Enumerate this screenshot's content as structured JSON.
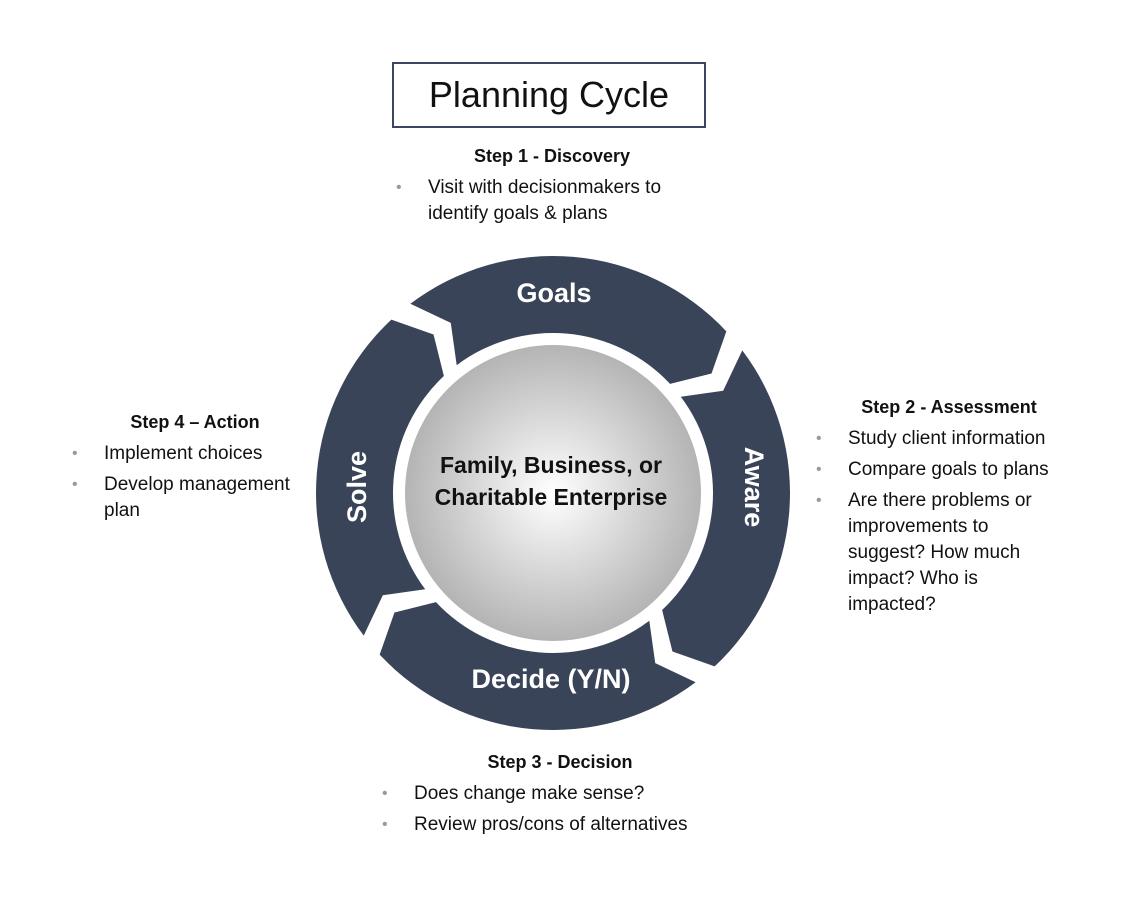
{
  "title": "Planning Cycle",
  "colors": {
    "segment": "#3a4459",
    "segment_text": "#ffffff",
    "title_border": "#3b4660",
    "center_light": "#ffffff",
    "center_dark": "#b4b4b4"
  },
  "cycle": {
    "segments": [
      {
        "label": "Goals"
      },
      {
        "label": "Aware"
      },
      {
        "label": "Decide (Y/N)"
      },
      {
        "label": "Solve"
      }
    ],
    "center": {
      "line1": "Family, Business, or",
      "line2": "Charitable Enterprise"
    }
  },
  "steps": [
    {
      "heading": "Step 1 - Discovery",
      "bullets": [
        "Visit with decisionmakers to identify goals & plans"
      ]
    },
    {
      "heading": "Step 2 - Assessment",
      "bullets": [
        "Study client information",
        "Compare goals to plans",
        "Are there problems or improvements to suggest? How much impact? Who is impacted?"
      ]
    },
    {
      "heading": "Step 3 - Decision",
      "bullets": [
        "Does change make sense?",
        "Review pros/cons of alternatives"
      ]
    },
    {
      "heading": "Step 4 – Action",
      "bullets": [
        "Implement choices",
        "Develop management plan"
      ]
    }
  ]
}
